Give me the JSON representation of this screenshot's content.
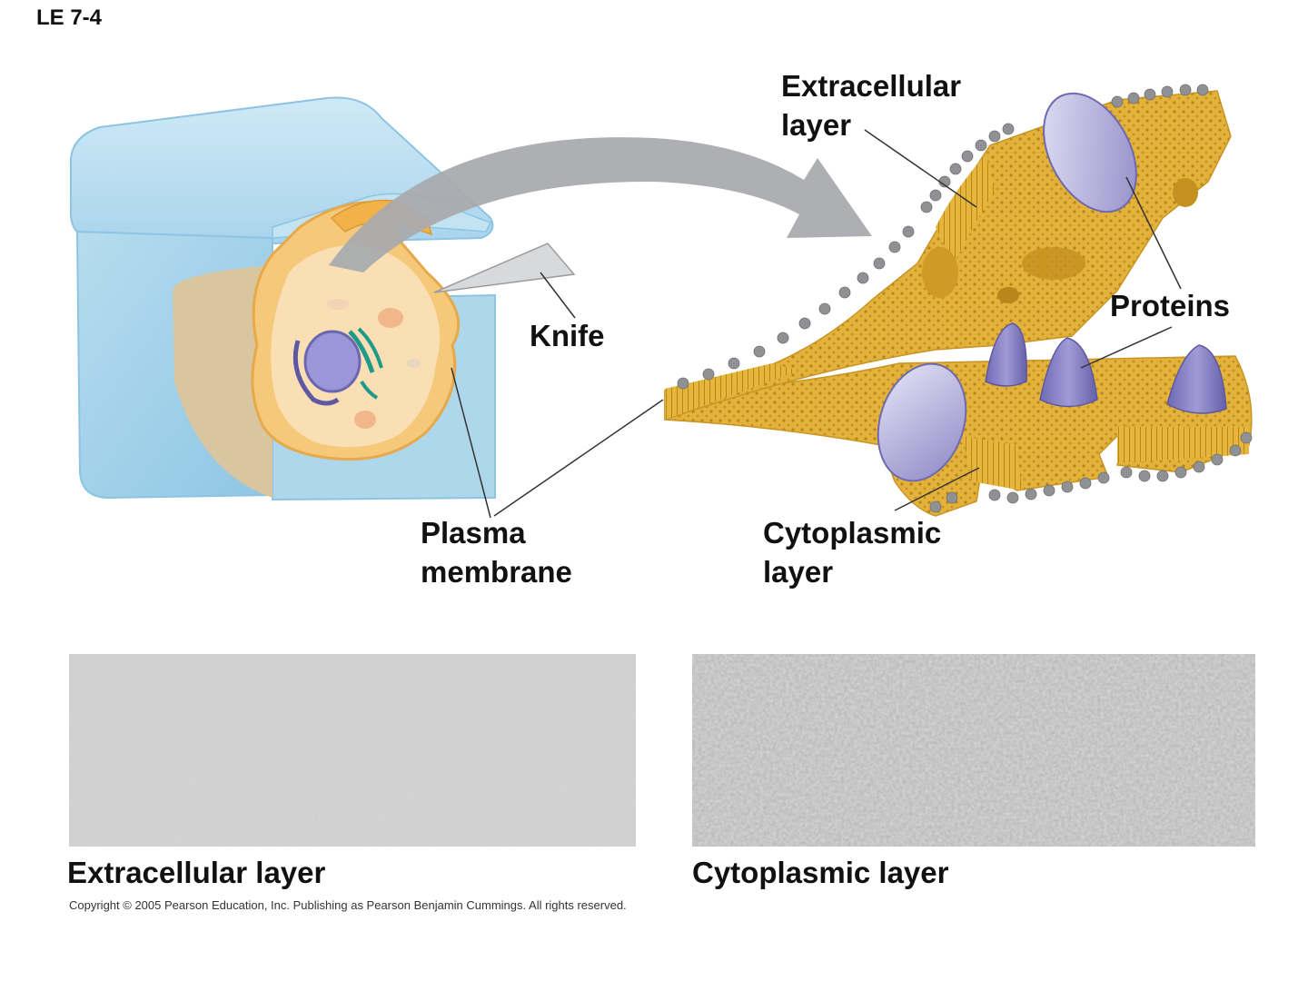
{
  "figure_id": "LE 7-4",
  "labels": {
    "knife": "Knife",
    "plasma_membrane_line1": "Plasma",
    "plasma_membrane_line2": "membrane",
    "extracellular_line1": "Extracellular",
    "extracellular_line2": "layer",
    "proteins": "Proteins",
    "cytoplasmic_line1": "Cytoplasmic",
    "cytoplasmic_line2": "layer"
  },
  "micrographs": [
    {
      "caption": "Extracellular layer"
    },
    {
      "caption": "Cytoplasmic layer"
    }
  ],
  "copyright": "Copyright © 2005 Pearson Education, Inc. Publishing as Pearson Benjamin Cummings. All rights reserved.",
  "colors": {
    "ice_block": "#bfe0f0",
    "cell": "#f4c67a",
    "membrane": "#e8b449",
    "protein": "#8a86c8",
    "arrow": "#a9abae"
  }
}
